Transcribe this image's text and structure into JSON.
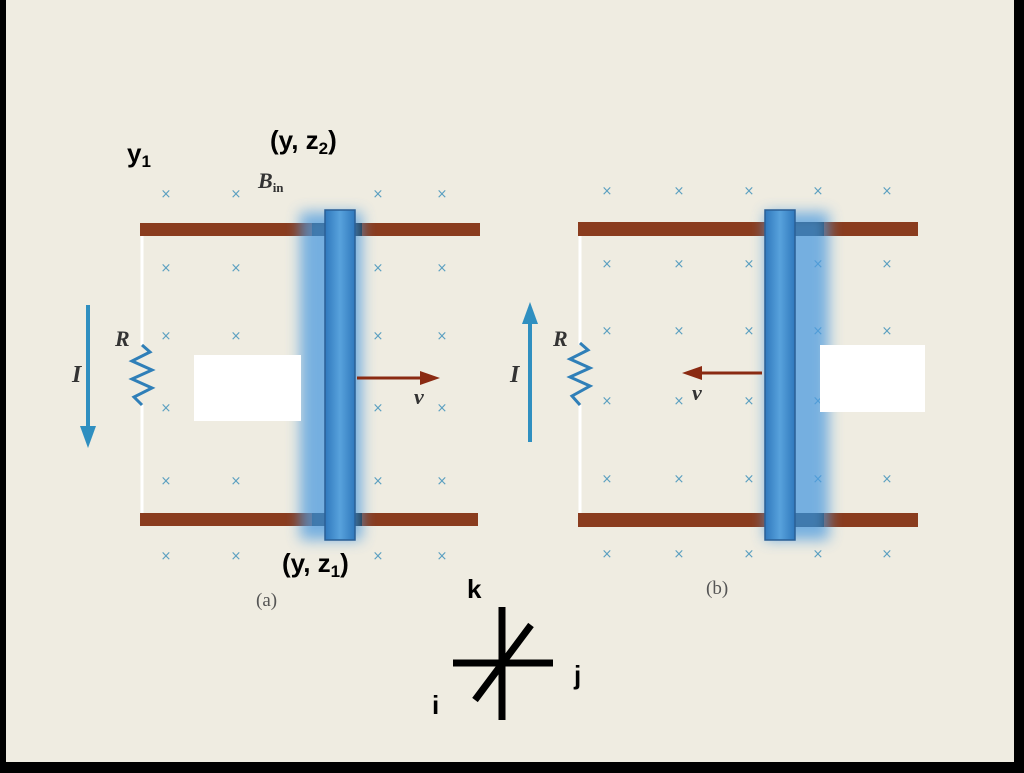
{
  "labels": {
    "y1": {
      "base": "y",
      "sub": "1"
    },
    "top_contact": {
      "pre": "(y, z",
      "sub": "2",
      "post": ")"
    },
    "bottom_contact": {
      "pre": "(y, z",
      "sub": "1",
      "post": ")"
    },
    "b_field": {
      "base": "B",
      "sub": "in"
    },
    "resistor_a": "R",
    "current_a": "I",
    "velocity_a": "v",
    "resistor_b": "R",
    "current_b": "I",
    "velocity_b": "v",
    "caption_a": "(a)",
    "caption_b": "(b)",
    "axis_k": "k",
    "axis_j": "j",
    "axis_i": "i"
  },
  "colors": {
    "background": "#efece1",
    "rail": "#8a3c1e",
    "bar": "#3d88c9",
    "field_mark": "#5a9fc0",
    "wire": "#ffffff",
    "arrow_current": "#2f8fc0",
    "arrow_velocity": "#8a2a12"
  },
  "icons": [
    "field-x-mark-icon",
    "resistor-icon",
    "current-arrow-icon",
    "velocity-arrow-icon",
    "axis-triad-icon"
  ]
}
